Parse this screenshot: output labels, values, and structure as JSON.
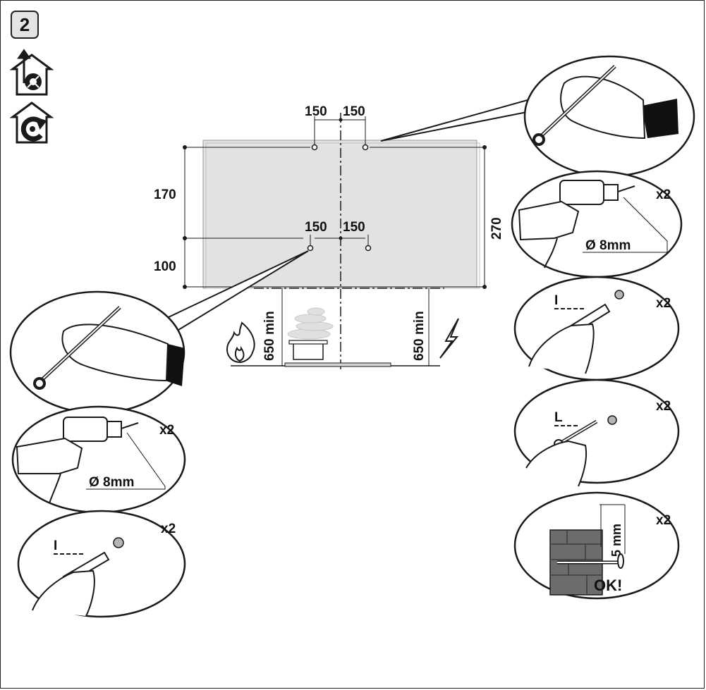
{
  "step": "2",
  "icons": [
    "extraction-mode-icon",
    "recirculation-mode-icon",
    "flame-icon",
    "electric-bolt-icon"
  ],
  "dimensions": {
    "top_left": "150",
    "top_right": "150",
    "mid_left": "150",
    "mid_right": "150",
    "upper_height": "170",
    "lower_height": "100",
    "total_height": "270",
    "gas_clearance": "650 min",
    "electric_clearance": "650 min"
  },
  "steps": {
    "drill_multiplier_right": "x2",
    "drill_diameter_right": "Ø 8mm",
    "plug_multiplier_right": "x2",
    "plug_label_right": "I",
    "screw_multiplier_right": "x2",
    "screw_label_right": "L",
    "gap_multiplier_right": "x2",
    "gap_label": "5 mm",
    "ok_label": "OK!",
    "drill_multiplier_left": "x2",
    "drill_diameter_left": "Ø 8mm",
    "plug_multiplier_left": "x2",
    "plug_label_left": "I"
  },
  "colors": {
    "panel": "#e2e2e2",
    "ink": "#1a1a1a",
    "skin": "#ffffff",
    "cuff": "#111111"
  }
}
